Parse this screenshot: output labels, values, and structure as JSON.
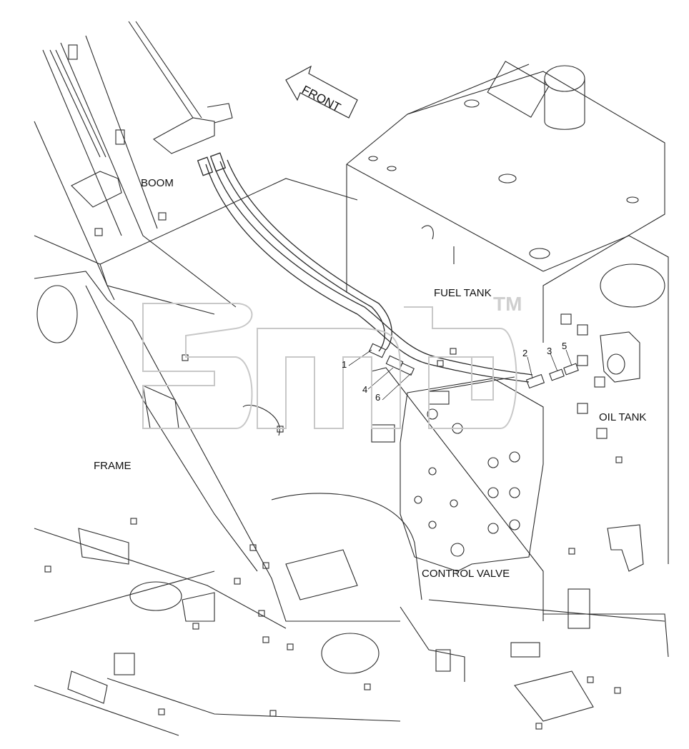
{
  "labels": {
    "boom": "BOOM",
    "frame": "FRAME",
    "fuel_tank": "FUEL TANK",
    "oil_tank": "OIL TANK",
    "control_valve": "CONTROL VALVE",
    "front": "FRONT",
    "trademark": "TM"
  },
  "part_numbers": [
    "1",
    "2",
    "3",
    "4",
    "5",
    "6"
  ],
  "colors": {
    "line": "#2a2a2a",
    "watermark": "#d0d0d0",
    "background": "#ffffff"
  }
}
